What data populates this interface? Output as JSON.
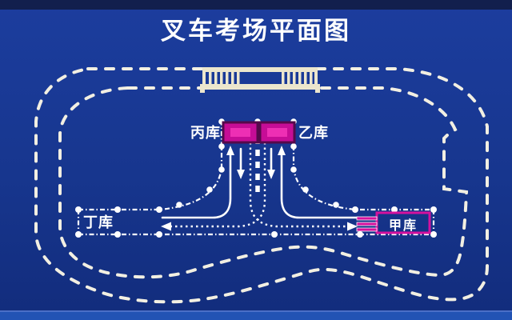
{
  "title": "叉车考场平面图",
  "warehouses": {
    "bing": {
      "label": "丙库"
    },
    "yi": {
      "label": "乙库"
    },
    "ding": {
      "label": "丁库"
    },
    "jia": {
      "label": "甲库"
    }
  },
  "colors": {
    "background": "#17368e",
    "top_bar": "#121f4d",
    "bottom_bar": "#2253b4",
    "track_dash": "#f2efe2",
    "marking_white": "#ffffff",
    "dock_cream": "#ece6cd",
    "warehouse_fill": "#c60d96",
    "warehouse_border": "#55094b",
    "warehouse_highlight": "#ee2fb4",
    "jia_box_border": "#d4119e"
  }
}
